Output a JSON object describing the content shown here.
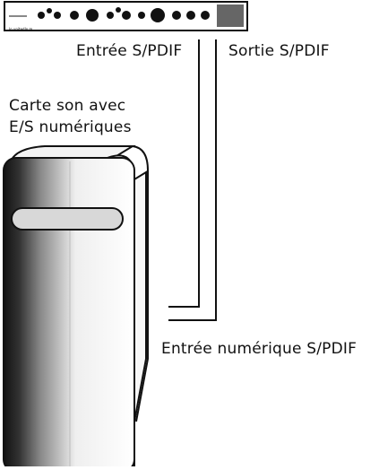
{
  "labels": {
    "spdif_in": "Entrée S/PDIF",
    "spdif_out": "Sortie S/PDIF",
    "card_line1": "Carte son avec",
    "card_line2": "E/S numériques",
    "digital_in": "Entrée numérique S/PDIF"
  },
  "device": {
    "brand_text": "lo unitedlo mo"
  },
  "colors": {
    "line": "#111111",
    "background": "#ffffff"
  }
}
